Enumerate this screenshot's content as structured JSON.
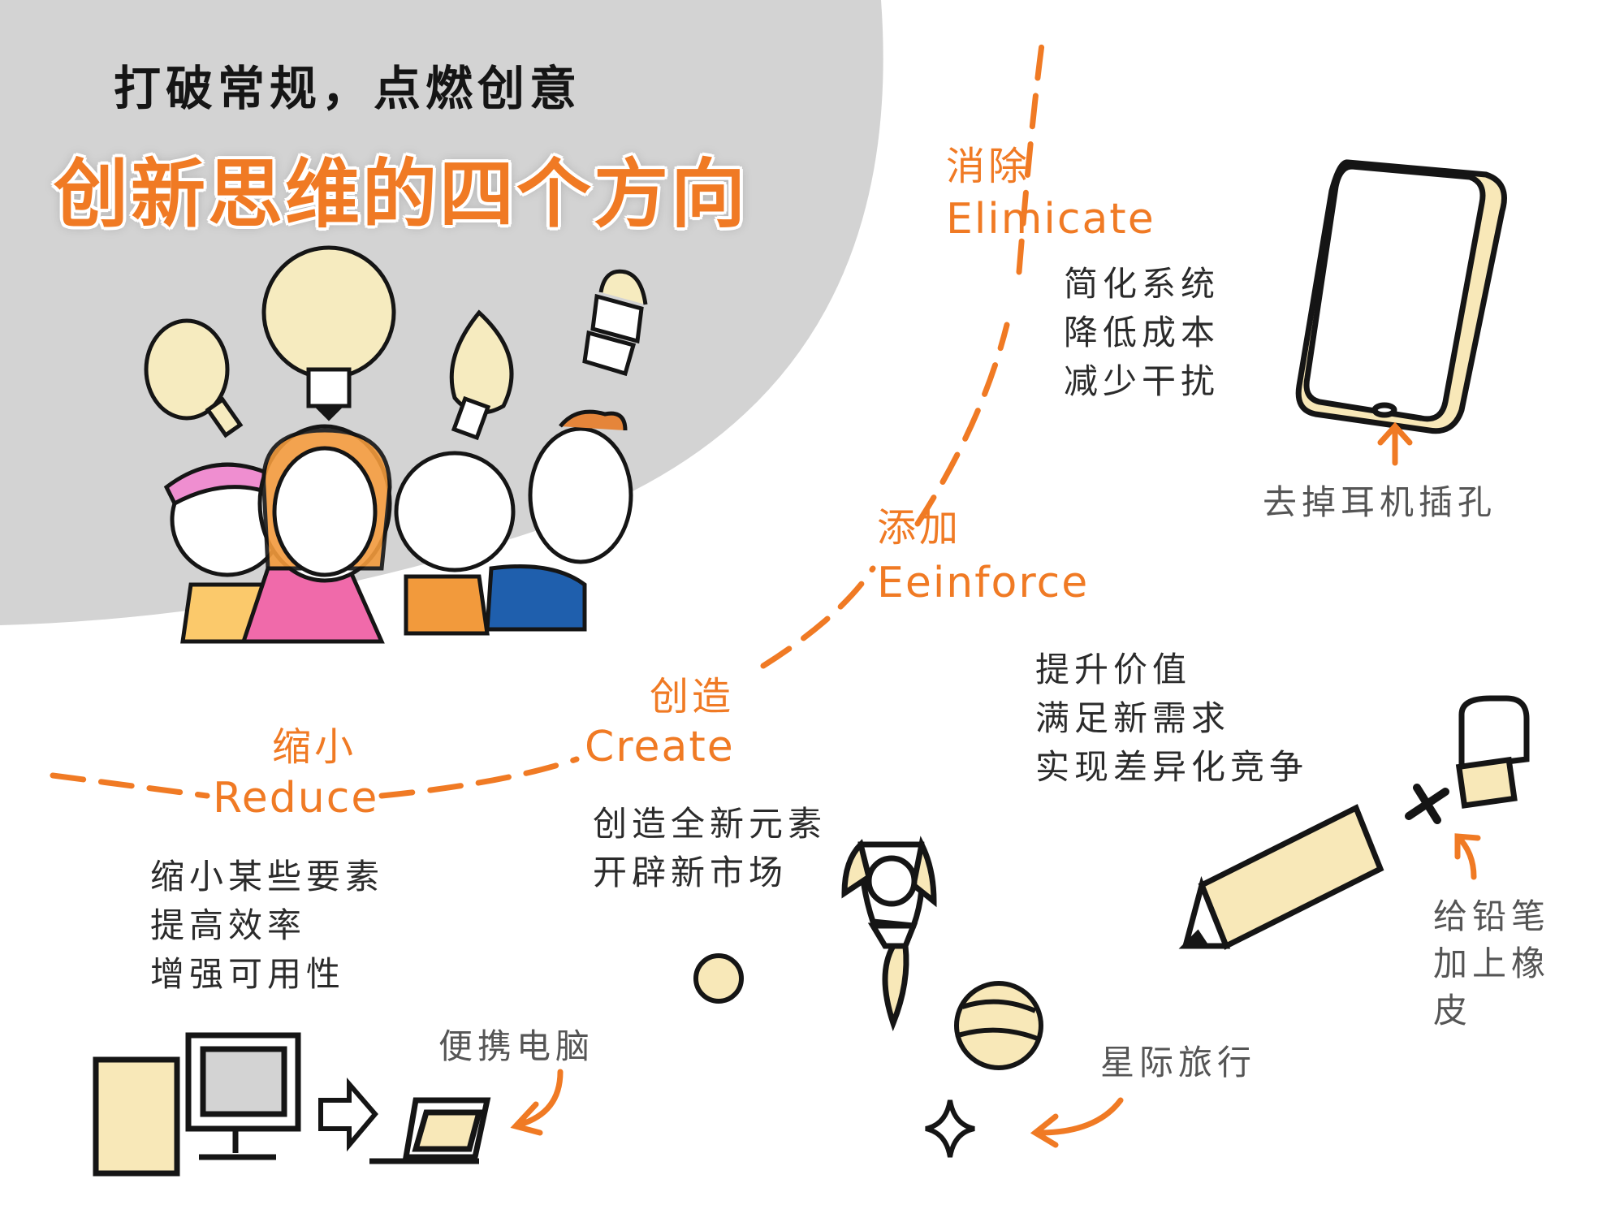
{
  "header": {
    "subtitle": "打破常规，点燃创意",
    "title": "创新思维的四个方向"
  },
  "directions": [
    {
      "key": "eliminate",
      "zh": "消除",
      "en": "Elimicate",
      "points": [
        "简化系统",
        "降低成本",
        "减少干扰"
      ],
      "example": "去掉耳机插孔"
    },
    {
      "key": "reinforce",
      "zh": "添加",
      "en": "Eeinforce",
      "points": [
        "提升价值",
        "满足新需求",
        "实现差异化竞争"
      ],
      "example": "给铅笔加上橡皮"
    },
    {
      "key": "create",
      "zh": "创造",
      "en": "Create",
      "points": [
        "创造全新元素",
        "开辟新市场"
      ],
      "example": "星际旅行"
    },
    {
      "key": "reduce",
      "zh": "缩小",
      "en": "Reduce",
      "points": [
        "缩小某些要素",
        "提高效率",
        "增强可用性"
      ],
      "example": "便携电脑"
    }
  ],
  "colors": {
    "accent": "#f07a24",
    "ink": "#151515",
    "backdrop": "#d3d3d3",
    "cream": "#f8e8b8"
  },
  "icons": [
    "lightbulb-icon",
    "people-group-icon",
    "smartphone-icon",
    "pencil-icon",
    "eraser-icon",
    "rocket-icon",
    "planet-icon",
    "star-icon",
    "desktop-computer-icon",
    "laptop-icon"
  ]
}
